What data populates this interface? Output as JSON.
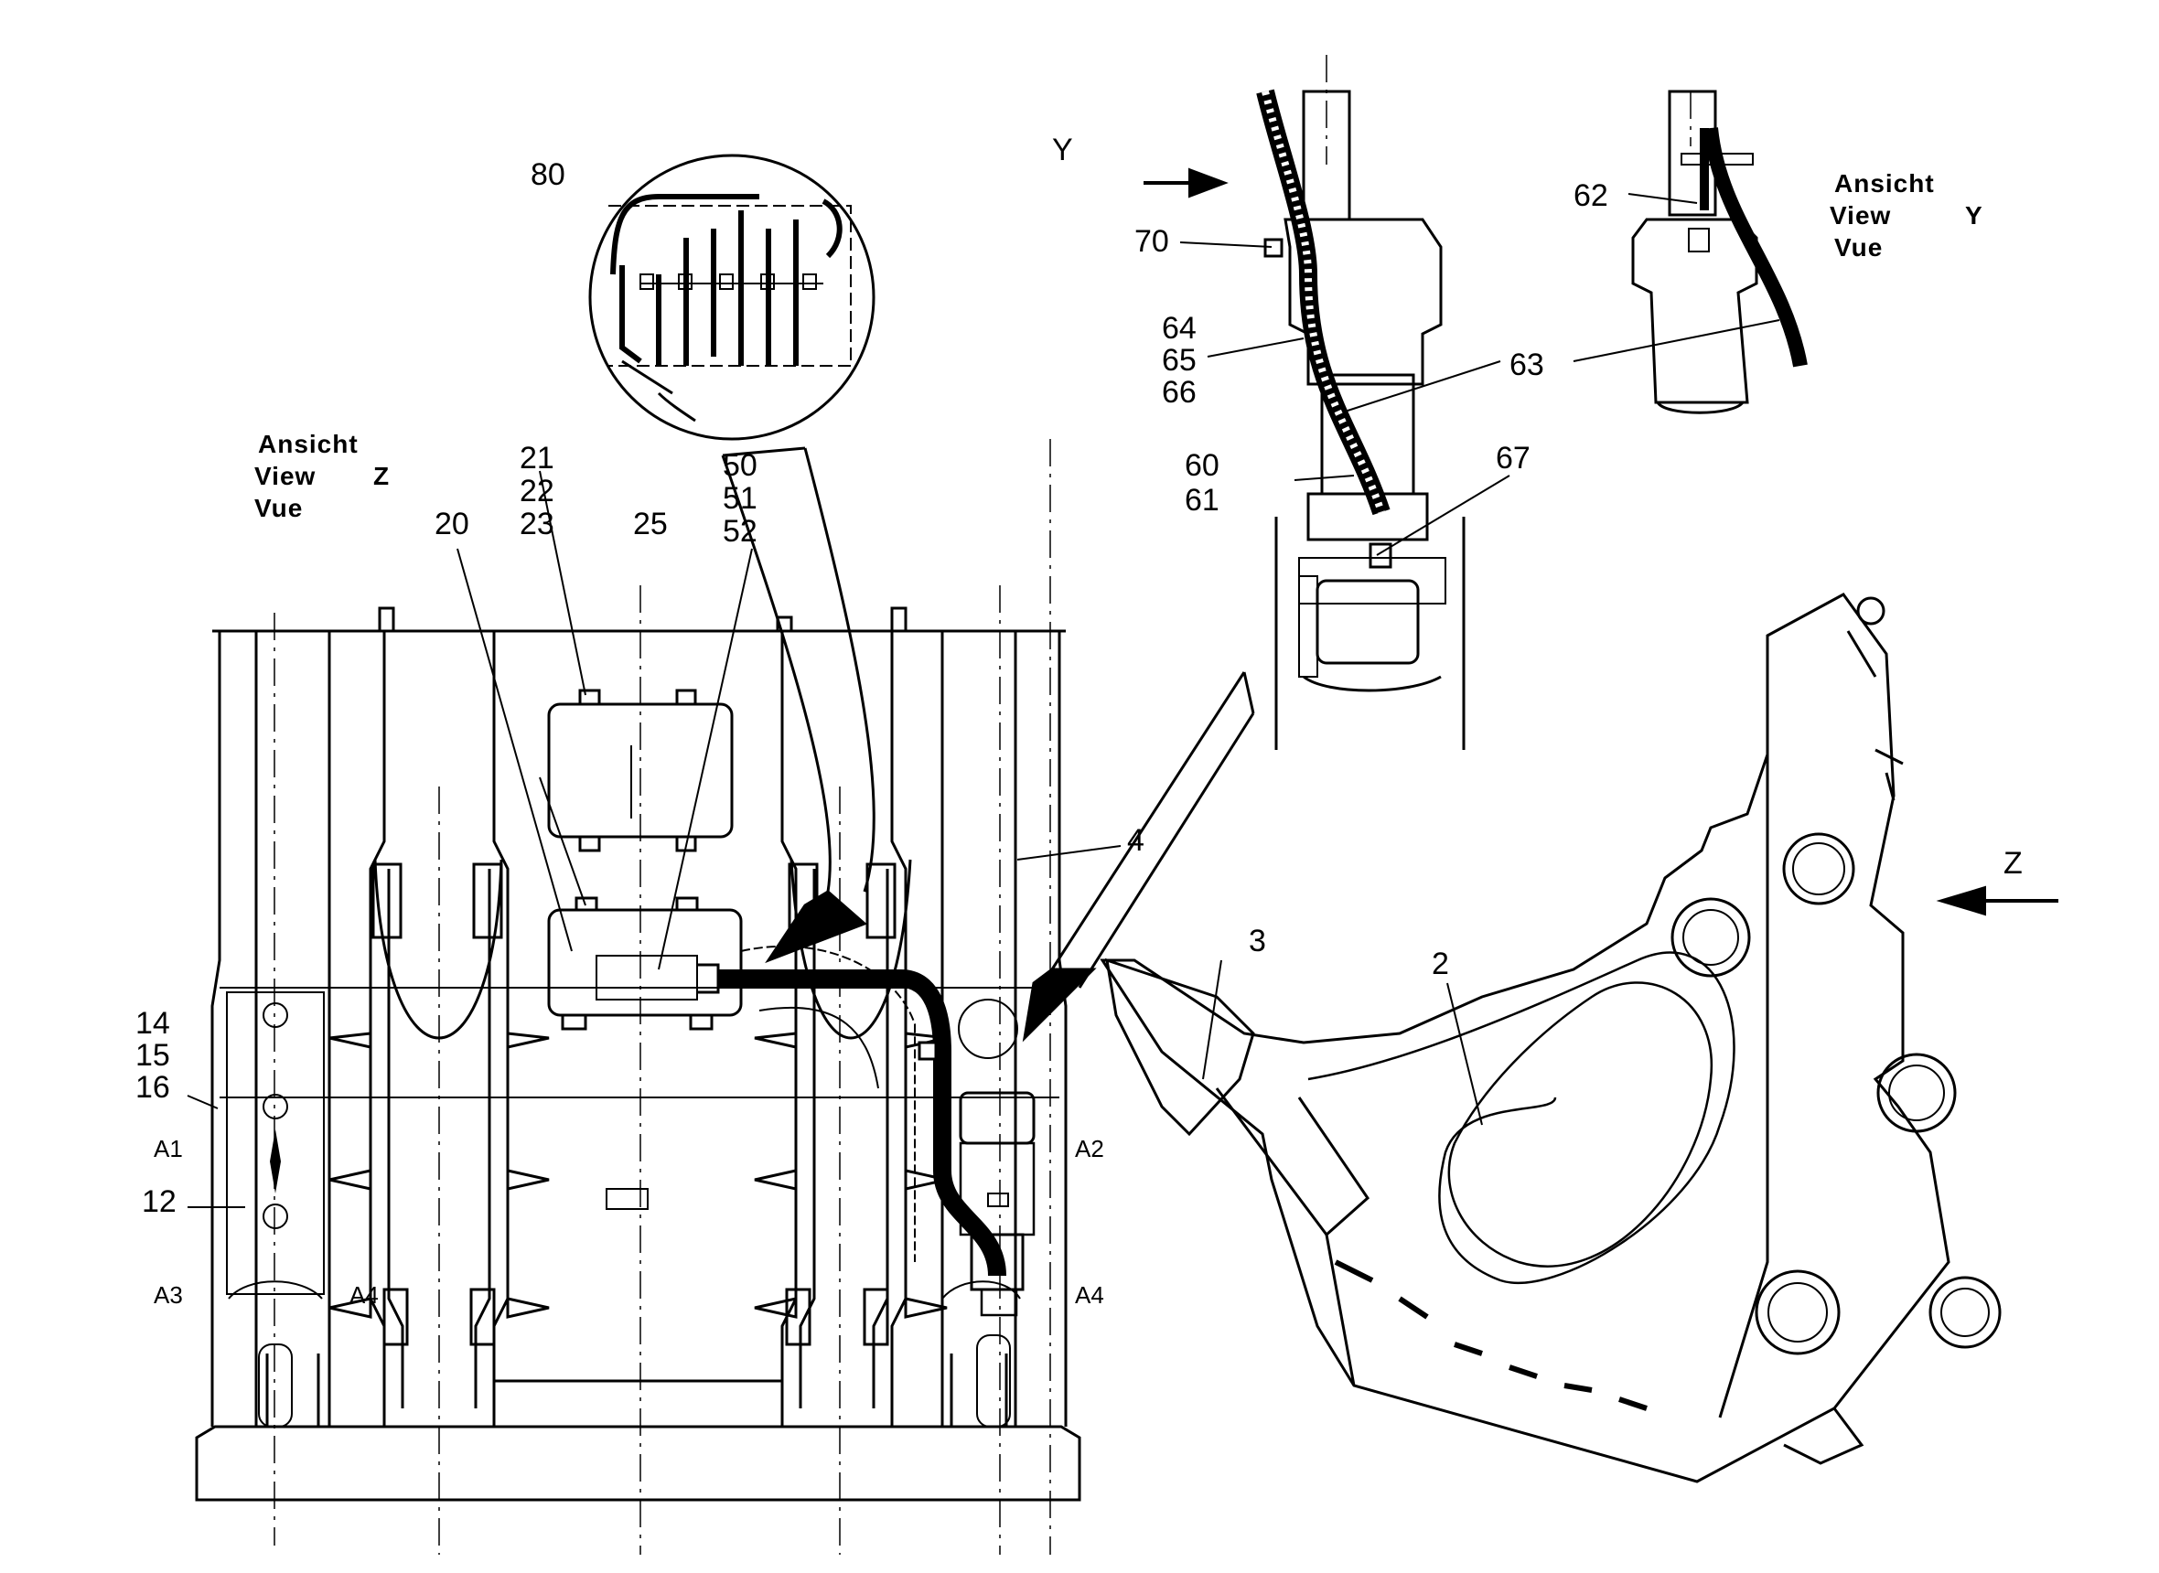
{
  "views": {
    "z": {
      "line1": "Ansicht",
      "line2": "View",
      "letter": "Z",
      "line3": "Vue"
    },
    "y": {
      "line1": "Ansicht",
      "line2": "View",
      "letter": "Y",
      "line3": "Vue"
    }
  },
  "arrows": {
    "y": "Y",
    "z": "Z"
  },
  "callouts": {
    "n80": "80",
    "n21": "21",
    "n22": "22",
    "n23": "23",
    "n20": "20",
    "n25": "25",
    "n50": "50",
    "n51": "51",
    "n52": "52",
    "n4": "4",
    "n14": "14",
    "n15": "15",
    "n16": "16",
    "n12": "12",
    "n70": "70",
    "n64": "64",
    "n65": "65",
    "n66": "66",
    "n63": "63",
    "n60": "60",
    "n61": "61",
    "n67": "67",
    "n62": "62",
    "n3": "3",
    "n2": "2"
  },
  "zones": {
    "a1": "A1",
    "a2": "A2",
    "a3": "A3",
    "a4_left": "A4",
    "a4_right": "A4"
  }
}
